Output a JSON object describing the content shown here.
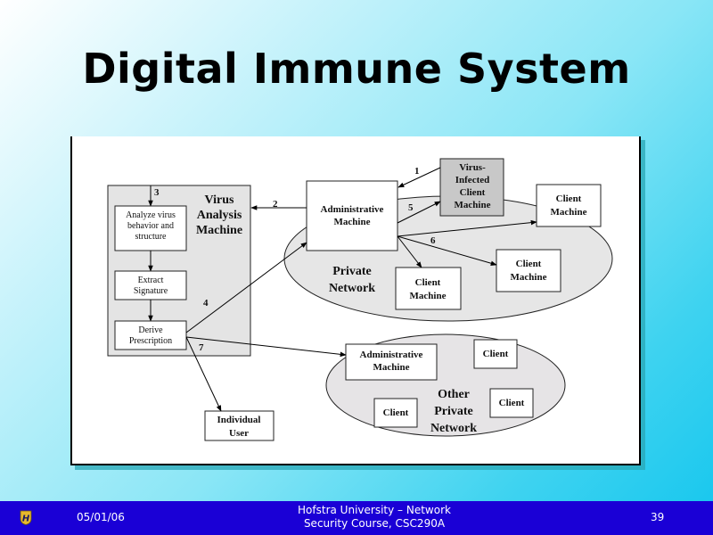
{
  "slide": {
    "title": "Digital Immune System"
  },
  "diagram": {
    "virus_analysis_machine": {
      "label_lines": [
        "Virus",
        "Analysis",
        "Machine"
      ],
      "steps": [
        {
          "lines": [
            "Analyze virus",
            "behavior and",
            "structure"
          ]
        },
        {
          "lines": [
            "Extract",
            "Signature"
          ]
        },
        {
          "lines": [
            "Derive",
            "Prescription"
          ]
        }
      ]
    },
    "private_network": {
      "label_lines": [
        "Private",
        "Network"
      ],
      "admin_machine": [
        "Administrative",
        "Machine"
      ],
      "infected_client": [
        "Virus-",
        "Infected",
        "Client",
        "Machine"
      ],
      "client_machines": [
        [
          "Client",
          "Machine"
        ],
        [
          "Client",
          "Machine"
        ],
        [
          "Client",
          "Machine"
        ]
      ]
    },
    "other_private_network": {
      "label_lines": [
        "Other",
        "Private",
        "Network"
      ],
      "admin_machine": [
        "Administrative",
        "Machine"
      ],
      "clients": [
        "Client",
        "Client",
        "Client"
      ]
    },
    "individual_user": [
      "Individual",
      "User"
    ],
    "step_numbers": [
      "1",
      "2",
      "3",
      "4",
      "5",
      "6",
      "7"
    ],
    "colors": {
      "vam_fill": "#e4e4e4",
      "network_fill": "#e6e6e6",
      "infected_fill": "#c8c8c8"
    }
  },
  "footer": {
    "logo_icon": "hofstra-shield-icon",
    "date": "05/01/06",
    "course_line1": "Hofstra University – Network",
    "course_line2": "Security Course, CSC290A",
    "page_number": "39"
  }
}
